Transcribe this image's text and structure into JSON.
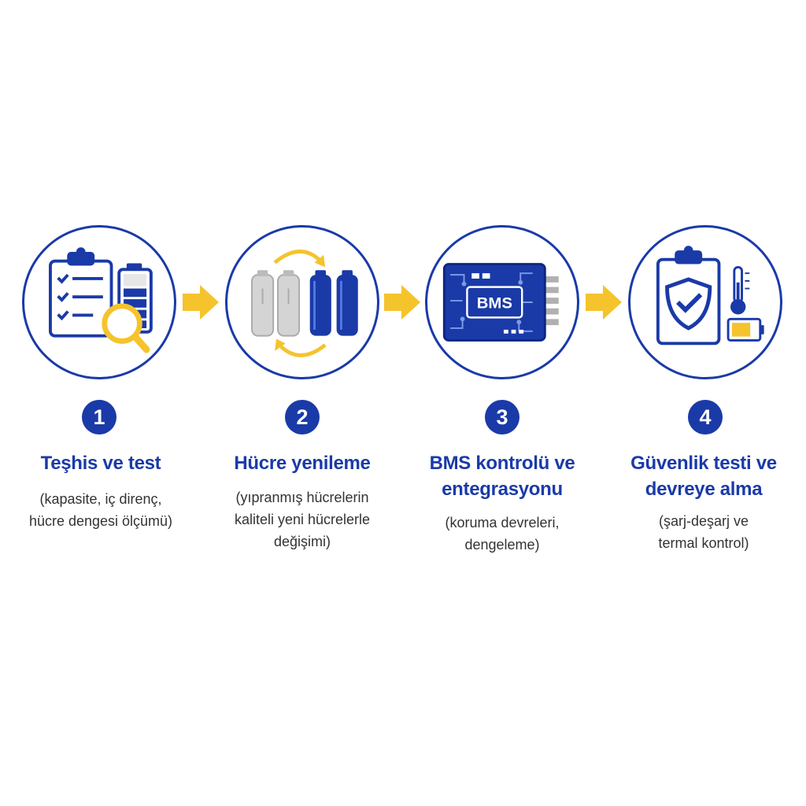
{
  "steps": [
    {
      "number": "1",
      "title": "Teşhis ve test",
      "desc_lines": [
        "(kapasite, iç direnç,",
        "hücre dengesi ölçümü)"
      ]
    },
    {
      "number": "2",
      "title": "Hücre yenileme",
      "desc_lines": [
        "(yıpranmış hücrelerin",
        "kaliteli yeni hücrelerle",
        "değişimi)"
      ]
    },
    {
      "number": "3",
      "title_lines": [
        "BMS kontrolü ve",
        "entegrasyonu"
      ],
      "desc_lines": [
        "(koruma devreleri,",
        "dengeleme)"
      ]
    },
    {
      "number": "4",
      "title_lines": [
        "Güvenlik testi ve",
        "devreye alma"
      ],
      "desc_lines": [
        "(şarj-deşarj ve",
        "termal kontrol)"
      ]
    }
  ],
  "bms_label": "BMS",
  "colors": {
    "primary": "#1a3aa8",
    "accent": "#f5c32c",
    "grey": "#c8c8c8"
  },
  "icons": [
    "clipboard-checklist-icon",
    "battery-icon",
    "magnifier-icon",
    "grey-cells-icon",
    "blue-cells-icon",
    "swap-arrows-icon",
    "circuit-board-icon",
    "shield-check-icon",
    "thermometer-icon",
    "battery-low-icon",
    "arrow-right-icon"
  ]
}
